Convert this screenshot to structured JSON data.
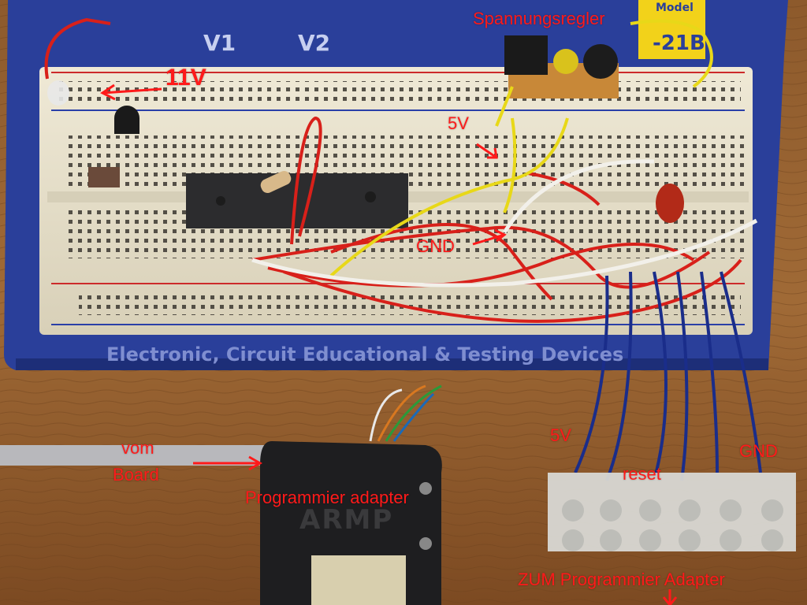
{
  "annotations": {
    "spannungsregler": "Spannungsregler",
    "v11": "11V",
    "v5_top": "5V",
    "gnd_top": "GND",
    "vom": "vom",
    "board": "Board",
    "programmier_adapter": "Programmier adapter",
    "v5_bottom": "5V",
    "reset": "reset",
    "gnd_bottom": "GND",
    "zum_adapter": "ZUM Programmier Adapter"
  },
  "board_print": {
    "bottom_strip": "Electronic, Circuit Educational & Testing Devices",
    "v1": "V1",
    "v2": "V2",
    "model_badge": "Model",
    "model_number": "-21B",
    "adapter_brand": "ARMP"
  },
  "colors": {
    "annotation_red": "#ff1a1a",
    "board_blue": "#2a3f9a",
    "breadboard": "#e9e3cf",
    "wood": "#8a5528",
    "wire_red": "#d8201a",
    "wire_yellow": "#e8d818",
    "wire_blue": "#1a2d8a",
    "wire_white": "#f2f0ea"
  }
}
